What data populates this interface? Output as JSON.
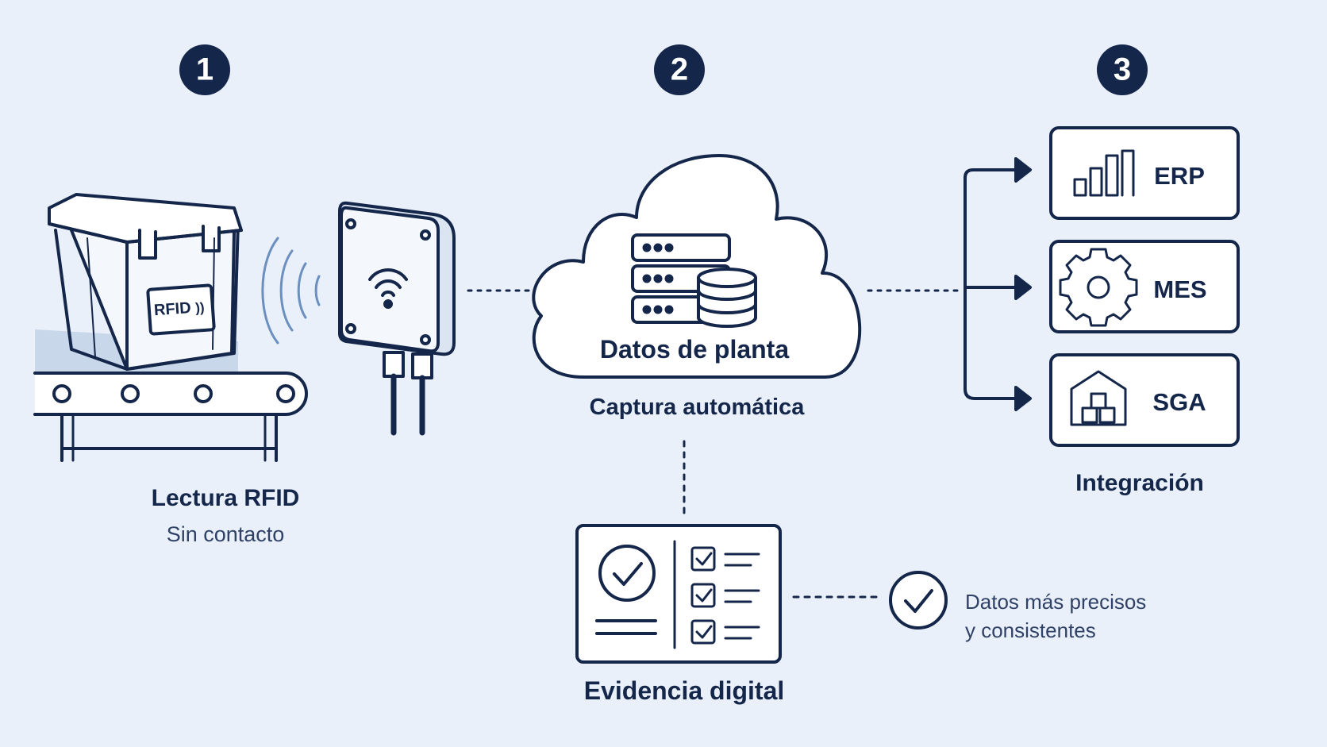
{
  "steps": [
    {
      "number": "1"
    },
    {
      "number": "2"
    },
    {
      "number": "3"
    }
  ],
  "rfid_tag_label": "RFID",
  "reading": {
    "title": "Lectura RFID",
    "subtitle": "Sin contacto"
  },
  "cloud": {
    "label": "Datos de planta",
    "caption": "Captura automática"
  },
  "systems": [
    {
      "label": "ERP",
      "icon": "bar-chart-icon"
    },
    {
      "label": "MES",
      "icon": "gear-icon"
    },
    {
      "label": "SGA",
      "icon": "warehouse-icon"
    }
  ],
  "integration_label": "Integración",
  "evidence_label": "Evidencia digital",
  "benefit": {
    "line1": "Datos más precisos",
    "line2": "y consistentes"
  },
  "colors": {
    "background": "#e9f0f9",
    "ink": "#14264a",
    "badge": "#14264a",
    "signal": "#6b8fbf",
    "panel": "#ffffff"
  }
}
